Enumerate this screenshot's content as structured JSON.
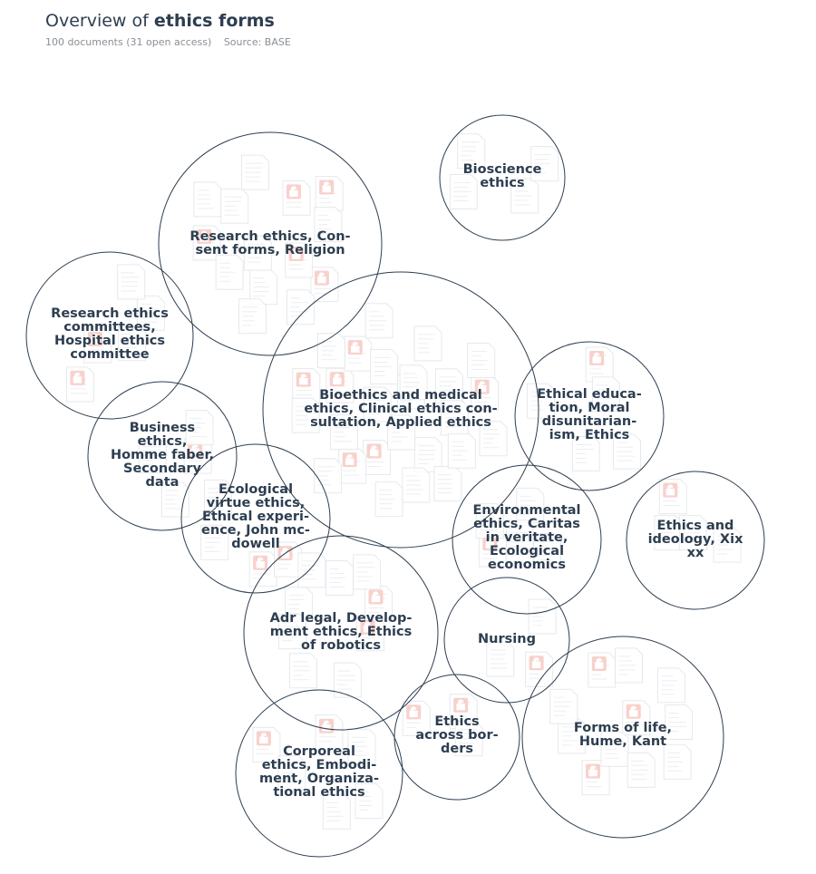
{
  "header": {
    "title_prefix": "Overview of ",
    "title_topic": "ethics forms",
    "doc_count_text": "100 documents (31 open access)",
    "source_text": "Source: BASE"
  },
  "colors": {
    "circle_stroke": "#2d3e50",
    "label_text": "#2d3e50",
    "open_access_badge": "#f7c9c4",
    "paper_outline": "#e2e6ea"
  },
  "icons": {
    "paper": "document-icon",
    "open_access": "open-access-lock-icon"
  },
  "clusters": [
    {
      "id": "research-ethics-consent",
      "lines": [
        "Research ethics, Con-",
        "sent forms, Religion"
      ],
      "papers": 14,
      "open_access": 5
    },
    {
      "id": "bioscience-ethics",
      "lines": [
        "Bioscience",
        "ethics"
      ],
      "papers": 4,
      "open_access": 0
    },
    {
      "id": "research-ethics-committees",
      "lines": [
        "Research ethics",
        "committees,",
        "Hospital ethics",
        "committee"
      ],
      "papers": 5,
      "open_access": 2
    },
    {
      "id": "bioethics-medical",
      "lines": [
        "Bioethics and medical",
        "ethics, Clinical ethics con-",
        "sultation, Applied ethics"
      ],
      "papers": 26,
      "open_access": 6
    },
    {
      "id": "ethical-education",
      "lines": [
        "Ethical educa-",
        "tion, Moral",
        "disunitarian-",
        "ism, Ethics"
      ],
      "papers": 5,
      "open_access": 1
    },
    {
      "id": "business-ethics",
      "lines": [
        "Business",
        "ethics,",
        "Homme faber,",
        "Secondary",
        "data"
      ],
      "papers": 4,
      "open_access": 1
    },
    {
      "id": "ecological-virtue",
      "lines": [
        "Ecological",
        "virtue ethics,",
        "Ethical experi-",
        "ence, John mc-",
        "dowell"
      ],
      "papers": 4,
      "open_access": 2
    },
    {
      "id": "environmental-ethics",
      "lines": [
        "Environmental",
        "ethics, Caritas",
        "in veritate,",
        "Ecological",
        "economics"
      ],
      "papers": 5,
      "open_access": 1
    },
    {
      "id": "ethics-ideology",
      "lines": [
        "Ethics and",
        "ideology, Xix",
        "xx"
      ],
      "papers": 4,
      "open_access": 1
    },
    {
      "id": "adr-legal",
      "lines": [
        "Adr legal, Develop-",
        "ment ethics, Ethics",
        "of robotics"
      ],
      "papers": 9,
      "open_access": 2
    },
    {
      "id": "nursing",
      "lines": [
        "Nursing"
      ],
      "papers": 3,
      "open_access": 1
    },
    {
      "id": "forms-of-life",
      "lines": [
        "Forms of life,",
        "Hume, Kant"
      ],
      "papers": 11,
      "open_access": 3
    },
    {
      "id": "ethics-across-borders",
      "lines": [
        "Ethics",
        "across bor-",
        "ders"
      ],
      "papers": 3,
      "open_access": 2
    },
    {
      "id": "corporeal-ethics",
      "lines": [
        "Corporeal",
        "ethics, Embodi-",
        "ment, Organiza-",
        "tional ethics"
      ],
      "papers": 6,
      "open_access": 2
    }
  ]
}
